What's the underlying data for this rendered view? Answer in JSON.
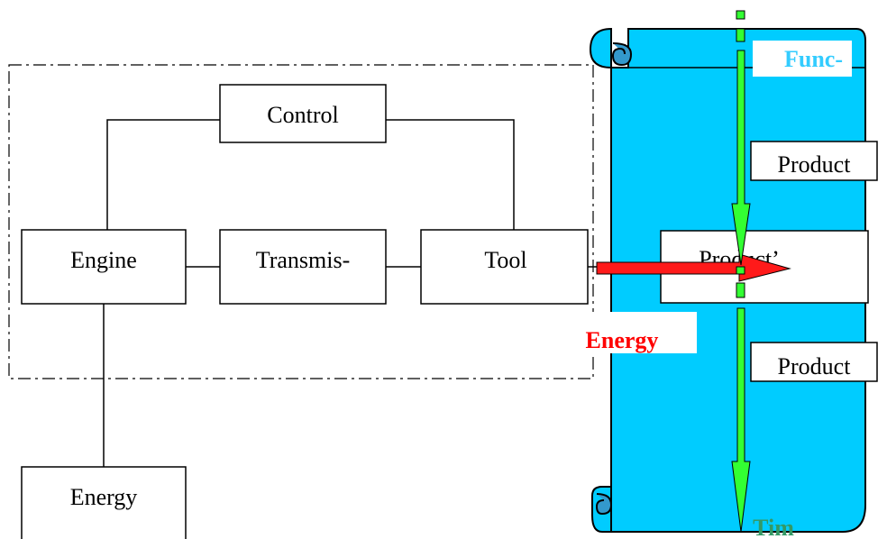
{
  "blocks": {
    "control": "Control",
    "engine": "Engine",
    "transmission": "Transmis-",
    "tool": "Tool",
    "energy_source": "Energy"
  },
  "products": {
    "top": "Product",
    "middle": "Product’",
    "bottom": "Product"
  },
  "labels": {
    "function": "Func-",
    "energy_arrow": "Energy",
    "time": "Tim"
  },
  "colors": {
    "scroll": "#00CCFF",
    "scroll_curl": "#3399CC",
    "green_arrow": "#33FF33",
    "red_arrow": "#FF1A1A",
    "function_text": "#33CCFF",
    "energy_text": "#FF0000",
    "time_text": "#339966"
  }
}
